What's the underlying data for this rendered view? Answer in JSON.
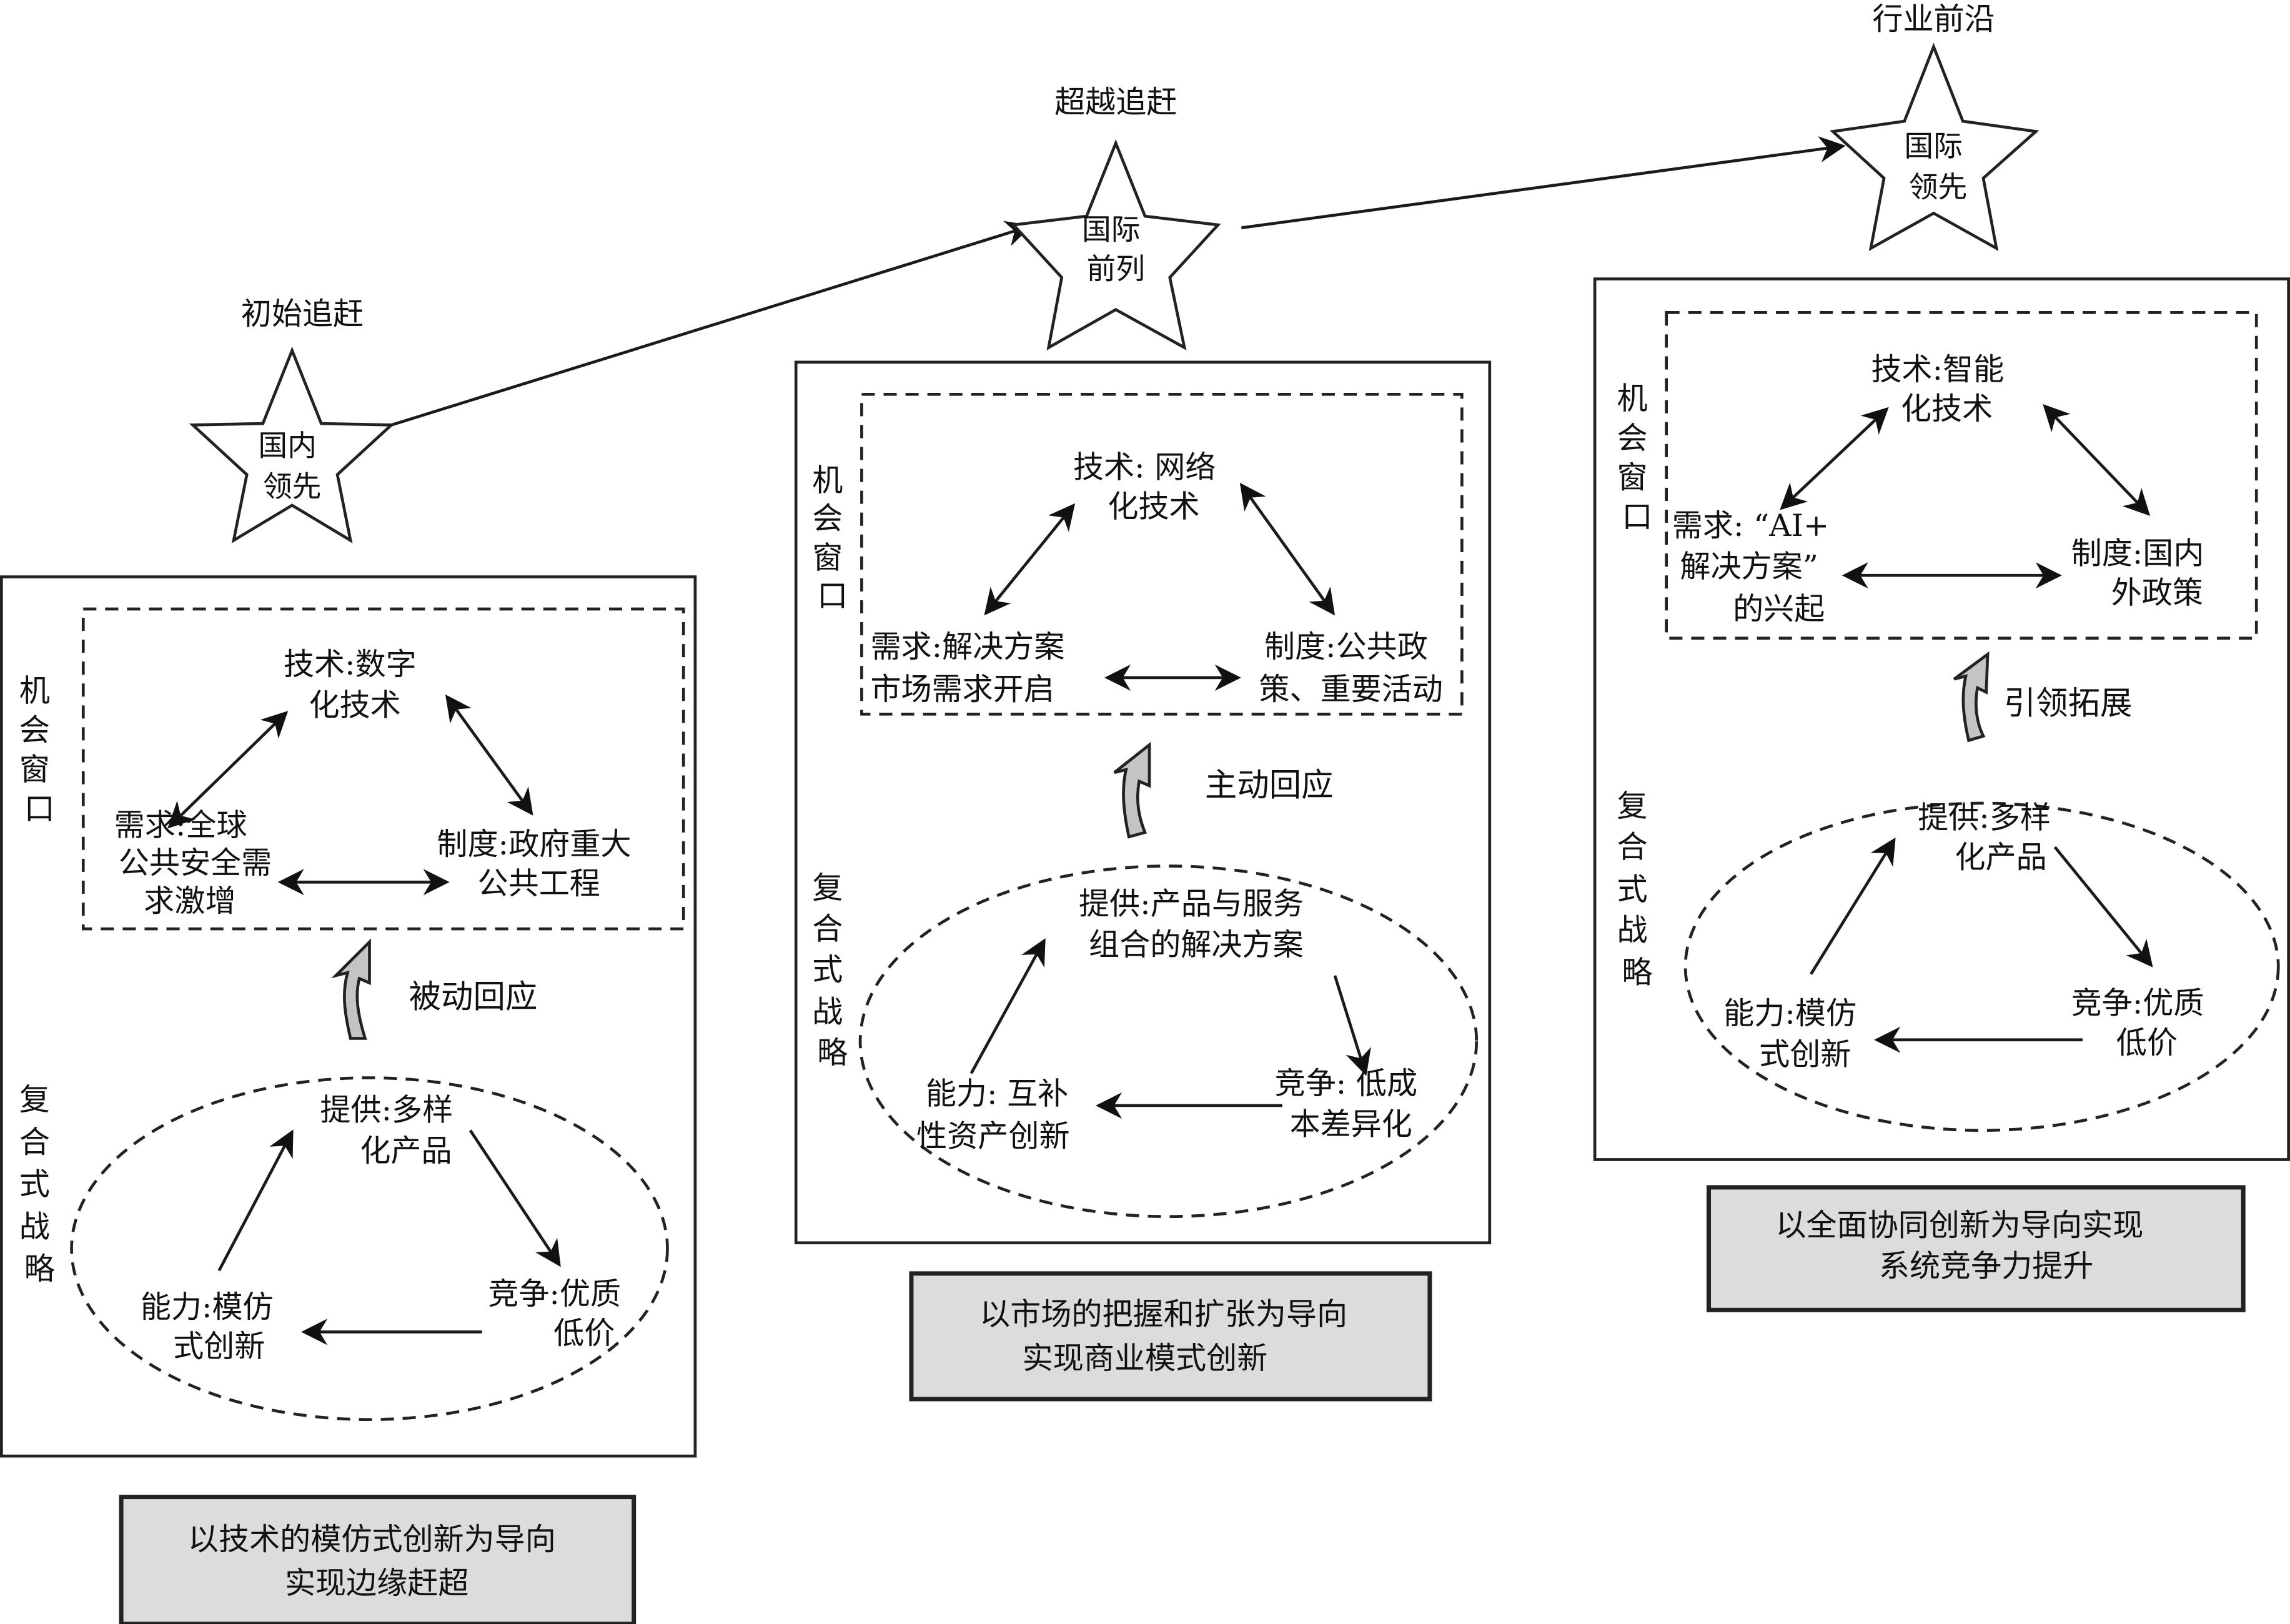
{
  "stages": [
    {
      "milestone": "初始追赶",
      "star_lines": [
        "国内",
        "领先"
      ],
      "window_label": [
        "机",
        "会",
        "窗",
        "口"
      ],
      "window": {
        "tech": [
          "技术:数字",
          "化技术"
        ],
        "demand": [
          "需求:全球",
          "公共安全需",
          "求激增"
        ],
        "institution": [
          "制度:政府重大",
          "公共工程"
        ]
      },
      "response": "被动回应",
      "strategy_label": [
        "复",
        "合",
        "式",
        "战",
        "略"
      ],
      "strategy": {
        "supply": [
          "提供:多样",
          "化产品"
        ],
        "capability": [
          "能力:模仿",
          "式创新"
        ],
        "competition": [
          "竞争:优质",
          "低价"
        ]
      },
      "result": [
        "以技术的模仿式创新为导向",
        "实现边缘赶超"
      ]
    },
    {
      "milestone": "超越追赶",
      "star_lines": [
        "国际",
        "前列"
      ],
      "window_label": [
        "机",
        "会",
        "窗",
        "口"
      ],
      "window": {
        "tech": [
          "技术: 网络",
          "化技术"
        ],
        "demand": [
          "需求:解决方案",
          "市场需求开启"
        ],
        "institution": [
          "制度:公共政",
          "策、重要活动"
        ]
      },
      "response": "主动回应",
      "strategy_label": [
        "复",
        "合",
        "式",
        "战",
        "略"
      ],
      "strategy": {
        "supply": [
          "提供:产品与服务",
          "组合的解决方案"
        ],
        "capability": [
          "能力: 互补",
          "性资产创新"
        ],
        "competition": [
          "竞争: 低成",
          "本差异化"
        ]
      },
      "result": [
        "以市场的把握和扩张为导向",
        "实现商业模式创新"
      ]
    },
    {
      "milestone": "行业前沿",
      "star_lines": [
        "国际",
        "领先"
      ],
      "window_label": [
        "机",
        "会",
        "窗",
        "口"
      ],
      "window": {
        "tech": [
          "技术:智能",
          "化技术"
        ],
        "demand": [
          "需求: “AI+",
          "解决方案”",
          "的兴起"
        ],
        "institution": [
          "制度:国内",
          "外政策"
        ]
      },
      "response": "引领拓展",
      "strategy_label": [
        "复",
        "合",
        "式",
        "战",
        "略"
      ],
      "strategy": {
        "supply": [
          "提供:多样",
          "化产品"
        ],
        "capability": [
          "能力:模仿",
          "式创新"
        ],
        "competition": [
          "竞争:优质",
          "低价"
        ]
      },
      "result": [
        "以全面协同创新为导向实现",
        "系统竞争力提升"
      ]
    }
  ],
  "colors": {
    "result_fill": "#dcdcdc",
    "response_arrow_fill": "#c4c4c4",
    "stroke": "#222222"
  }
}
